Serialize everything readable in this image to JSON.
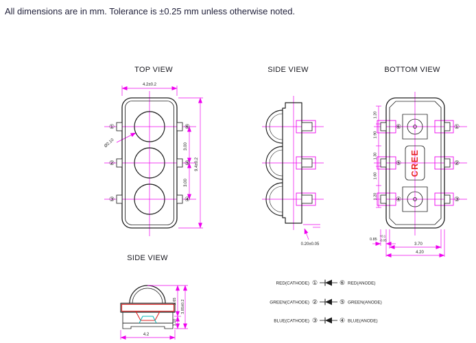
{
  "note": "All dimensions are in mm. Tolerance is ±0.25 mm unless otherwise noted.",
  "titles": {
    "top_view": "TOP VIEW",
    "side_view": "SIDE VIEW",
    "bottom_view": "BOTTOM VIEW",
    "side_view_2": "SIDE VIEW"
  },
  "colors": {
    "dimension_line": "#ee00ee",
    "outline": "#1d1d1d",
    "highlight_red": "#dd2222",
    "highlight_cyan": "#00b8b8",
    "brand_red": "#e82222"
  },
  "top_view": {
    "dim_width": "4.2±0.2",
    "dim_diameter": "Ø2.10",
    "dim_pitch_1": "3.00",
    "dim_pitch_2": "3.00",
    "dim_length": "9.4±0.2",
    "pins_left": [
      "①",
      "②",
      "③"
    ],
    "pins_right": [
      "⑥",
      "⑤",
      "④"
    ]
  },
  "side_view_mid": {
    "dim_standoff": "0.20±0.05"
  },
  "bottom_view": {
    "brand": "CREE",
    "dims_left": [
      "1.20",
      "1.90",
      "1.30",
      "1.60",
      "1.20"
    ],
    "dim_lead_width": "0.85",
    "dim_lead_tol_plus": "+0.1",
    "dim_lead_tol_minus": "-0.05",
    "dim_width_inner": "3.70",
    "dim_width_outer": "4.20",
    "pins_left": [
      "⑥",
      "⑤",
      "④"
    ],
    "pins_right": [
      "①",
      "②",
      "③"
    ]
  },
  "side_view_bottom": {
    "dim_upper": "2.65",
    "dim_base": "1.10",
    "dim_total": "3.85±0.2",
    "dim_width": "4.2"
  },
  "pinout": {
    "rows": [
      {
        "cathode_label": "RED(CATHODE)",
        "cathode_pin": "①",
        "anode_pin": "⑥",
        "anode_label": "RED(ANODE)"
      },
      {
        "cathode_label": "GREEN(CATHODE)",
        "cathode_pin": "②",
        "anode_pin": "⑤",
        "anode_label": "GREEN(ANODE)"
      },
      {
        "cathode_label": "BLUE(CATHODE)",
        "cathode_pin": "③",
        "anode_pin": "④",
        "anode_label": "BLUE(ANODE)"
      }
    ]
  }
}
